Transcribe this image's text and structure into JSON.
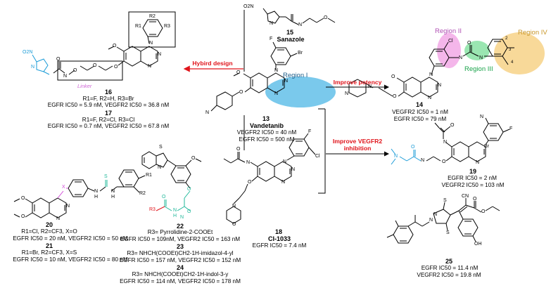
{
  "arrows": {
    "hybrid": "Hybird design",
    "potency": "Improve potency",
    "vegfr2_line1": "Improve VEGFR2",
    "vegfr2_line2": "inhibition"
  },
  "compounds": {
    "c15": {
      "number": "15",
      "name": "Sanazole"
    },
    "c16": {
      "number": "16",
      "r_groups": "R1=F, R2=H, R3=Br",
      "activity": "EGFR IC50 = 5.9 nM, VEGFR2 IC50 = 36.8 nM"
    },
    "c17": {
      "number": "17",
      "r_groups": "R1=F, R2=Cl, R3=Cl",
      "activity": "EGFR IC50 = 0.7 nM, VEGFR2 IC50 = 67.8 nM"
    },
    "c13": {
      "number": "13",
      "name": "Vandetanib",
      "vegfr2": "VEGFR2 IC50 = 40 nM",
      "egfr": "EGFR IC50 = 500 nM"
    },
    "c14": {
      "number": "14",
      "vegfr2": "VEGFR2 IC50 = 1 nM",
      "egfr": "EGFR IC50 = 79 nM"
    },
    "c18": {
      "number": "18",
      "name": "CI-1033",
      "egfr": "EGFR IC50 = 7.4 nM"
    },
    "c19": {
      "number": "19",
      "egfr": "EGFR IC50 = 2 nM",
      "vegfr2": "VEGFR2 IC50 = 103 nM"
    },
    "c20": {
      "number": "20",
      "r_groups": "R1=Cl, R2=CF3, X=O",
      "activity": "EGFR IC50 = 20 nM, VEGFR2 IC50 = 50 nM"
    },
    "c21": {
      "number": "21",
      "r_groups": "R1=Br, R2=CF3, X=S",
      "activity": "EGFR IC50 = 10 nM, VEGFR2 IC50 = 80 nM"
    },
    "c22": {
      "number": "22",
      "r_group": "R3= Pyrrolidine-2-COOEt",
      "activity": "EGFR IC50 = 109nM, VEGFR2 IC50 = 163 nM"
    },
    "c23": {
      "number": "23",
      "r_group": "R3= NHCH(COOEt)CH2-1H-imidazol-4-yl",
      "activity": "EGFR IC50 = 157 nM, VEGFR2 IC50 = 152 nM"
    },
    "c24": {
      "number": "24",
      "r_group": "R3= NHCH(COOEt)CH2-1H-indol-3-y",
      "activity": "EGFR IC50 = 114 nM, VEGFR2 IC50 = 178 nM"
    },
    "c25": {
      "number": "25",
      "egfr": "EGFR IC50 = 11.4 nM",
      "vegfr2": "VEGFR2 IC50 = 19.8 nM"
    }
  },
  "regions": {
    "r1": "Region I",
    "r2": "Region II",
    "r3": "Region III",
    "r4": "Region IV"
  },
  "linker": "Linker",
  "atoms": {
    "o2n": "O2N",
    "n": "N",
    "nh": "N",
    "h": "H",
    "o": "O",
    "f": "F",
    "br": "Br",
    "cl": "Cl",
    "s": "S",
    "x": "X",
    "r1": "R1",
    "r2": "R2",
    "r3": "R3",
    "cn": "CN",
    "oh": "OH",
    "num2": "2",
    "num3": "3",
    "num4": "4"
  },
  "colors": {
    "red_arrow": "#e0141b",
    "cyan": "#1a9bd7",
    "region1": "#6cc3ea",
    "region2": "#f2a9e6",
    "region3": "#8fe3a9",
    "region4": "#f7d58e",
    "linker": "#cf66d6",
    "teal": "#20b89a",
    "x_pink": "#d24bd8"
  }
}
